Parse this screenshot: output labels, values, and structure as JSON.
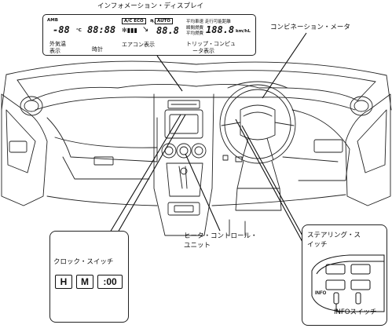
{
  "labels": {
    "information_display": "インフォメーション・ディスプレイ",
    "combination_meter": "コンビネーション・メータ",
    "heater_control_line1": "ヒータ・コントロール・",
    "heater_control_line2": "ユニット",
    "clock_switch": "クロック・スイッチ",
    "steering_switch_line1": "ステアリング・ス",
    "steering_switch_line2": "イッチ",
    "info_switch": "INFOスイッチ"
  },
  "info_display": {
    "amb_tag": "AMB",
    "outside_temp_value": "-88",
    "temp_unit": "°C",
    "clock_value": "88:88",
    "ac_eco_tag": "A/C ECO",
    "auto_tag": "AUTO",
    "climate_temp_value": "88.8",
    "trip_line1": "平均車速  走行可能距離",
    "trip_line2": "瞬間燃費",
    "trip_line3": "平均燃費",
    "trip_value": "188.8",
    "trip_unit": "km/hL",
    "caption_outside_temp_line1": "外気温",
    "caption_outside_temp_line2": "表示",
    "caption_clock": "時計",
    "caption_aircon": "エアコン表示",
    "caption_trip_line1": "トリップ・コンピュ",
    "caption_trip_line2": "ータ表示"
  },
  "clock_switch_keys": {
    "hour": "H",
    "minute": "M",
    "zero": ":00"
  },
  "steering_switch": {
    "info_button_label": "INFO"
  }
}
